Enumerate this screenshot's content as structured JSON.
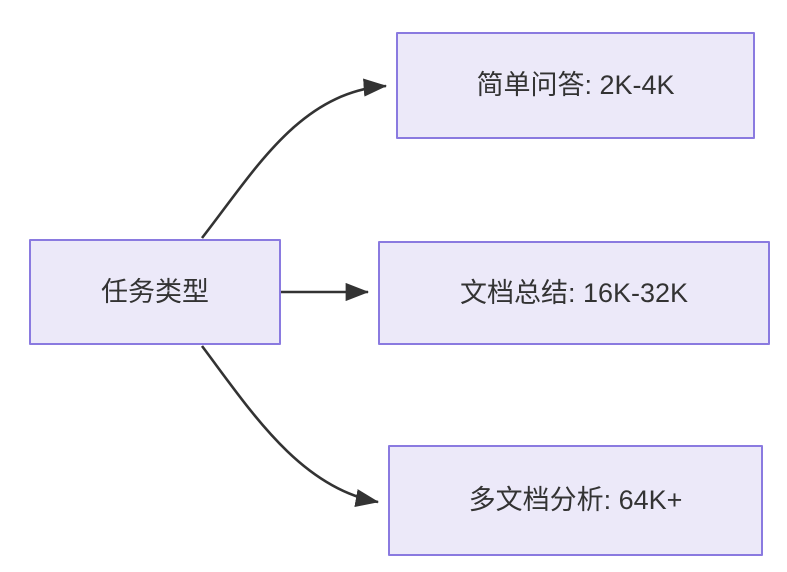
{
  "diagram": {
    "type": "flowchart",
    "direction": "left-to-right",
    "background_color": "#ffffff",
    "node_fill_color": "#ece9f9",
    "node_border_color": "#8a7ae0",
    "node_text_color": "#333333",
    "edge_color": "#333333",
    "source": {
      "id": "node-source",
      "label": "任务类型"
    },
    "targets": [
      {
        "id": "node-target-0",
        "label": "简单问答: 2K-4K"
      },
      {
        "id": "node-target-1",
        "label": "文档总结: 16K-32K"
      },
      {
        "id": "node-target-2",
        "label": "多文档分析: 64K+"
      }
    ],
    "edges": [
      {
        "id": "edge-0",
        "from": "任务类型",
        "to": "简单问答: 2K-4K",
        "style": "curved",
        "arrow": "triangle"
      },
      {
        "id": "edge-1",
        "from": "任务类型",
        "to": "文档总结: 16K-32K",
        "style": "straight",
        "arrow": "triangle"
      },
      {
        "id": "edge-2",
        "from": "任务类型",
        "to": "多文档分析: 64K+",
        "style": "curved",
        "arrow": "triangle"
      }
    ]
  }
}
